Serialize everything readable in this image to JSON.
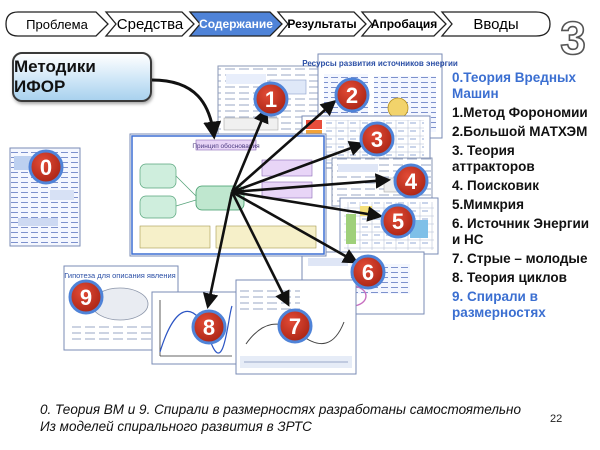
{
  "nav": {
    "tabs": [
      {
        "label": "Проблема",
        "active": false
      },
      {
        "label": "Средства",
        "active": false
      },
      {
        "label": "Содержание",
        "active": true
      },
      {
        "label": "Результаты",
        "active": false
      },
      {
        "label": "Апробация",
        "active": false
      },
      {
        "label": "Вводы",
        "active": false
      }
    ]
  },
  "slide_number": "3",
  "methods_title": "Методики ИФОР",
  "thumbnails": {
    "resources_title": "Ресурсы развития источников энергии",
    "principle_title": "Принцип обоснования",
    "hypothesis_title": "Гипотеза для описания явления"
  },
  "badges": [
    "0",
    "1",
    "2",
    "3",
    "4",
    "5",
    "6",
    "7",
    "8",
    "9"
  ],
  "list": [
    {
      "text": "0.Теория Вредных Машин",
      "highlight": true
    },
    {
      "text": "1.Метод Форономии",
      "highlight": false
    },
    {
      "text": "2.Большой МАТХЭМ",
      "highlight": false
    },
    {
      "text": "3. Теория аттракторов",
      "highlight": false
    },
    {
      "text": "4. Поисковик",
      "highlight": false
    },
    {
      "text": "5.Мимкрия",
      "highlight": false
    },
    {
      "text": "6. Источник Энергии и НС",
      "highlight": false
    },
    {
      "text": "7. Стрые – молодые",
      "highlight": false
    },
    {
      "text": "8. Теория циклов",
      "highlight": false
    },
    {
      "text": "9. Спирали в размерностях",
      "highlight": true
    }
  ],
  "footer": {
    "line1": "0. Теория ВМ и 9. Спирали в размерностях  разработаны самостоятельно",
    "line2": "Из моделей  спирального развития  в  ЗРТС"
  },
  "page_number": "22",
  "colors": {
    "active_tab": "#4f83d8",
    "badge_ring": "#4f83d8",
    "badge_fill": "#c0301f",
    "highlight_text": "#3b6fd1",
    "arrow": "#111111"
  }
}
